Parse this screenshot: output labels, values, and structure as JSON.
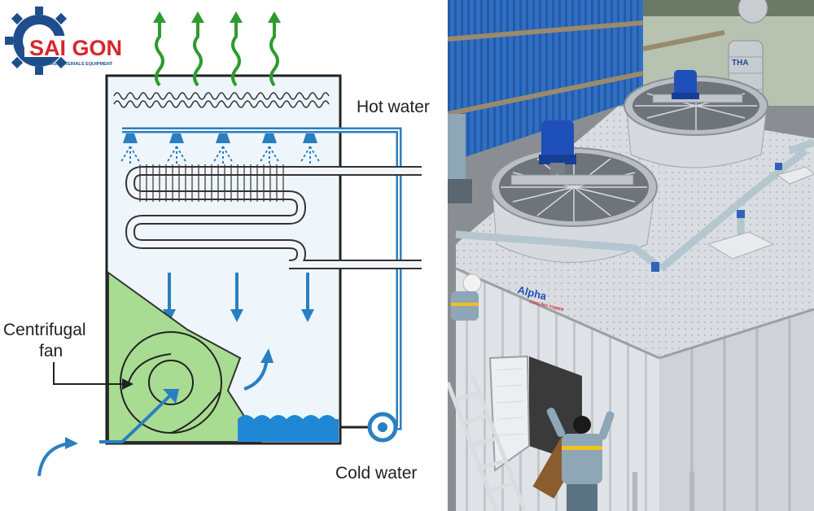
{
  "logo": {
    "brand": "SAI GON",
    "tagline": "INDUSTRIAL MATERIALS EQUIPMENT",
    "colors": {
      "gear": "#1f4e8c",
      "text": "#d8262b"
    }
  },
  "diagram": {
    "labels": {
      "hot_water": "Hot water",
      "centrifugal_fan_line1": "Centrifugal",
      "centrifugal_fan_line2": "fan",
      "cold_water": "Cold water"
    },
    "colors": {
      "pipe": "#2a7fc1",
      "water": "#1e88d6",
      "fan_housing": "#a8dc92",
      "air_arrow": "#2e9b2e",
      "tower_fill": "#eef6fc"
    }
  },
  "photo": {
    "panel_text_brand": "Alpha",
    "panel_text_sub": "COOLING TOWER",
    "tank_text": "THA",
    "colors": {
      "tower": "#e3e6ea",
      "wall": "#2f6fc4",
      "motor": "#1f4fb8"
    }
  }
}
